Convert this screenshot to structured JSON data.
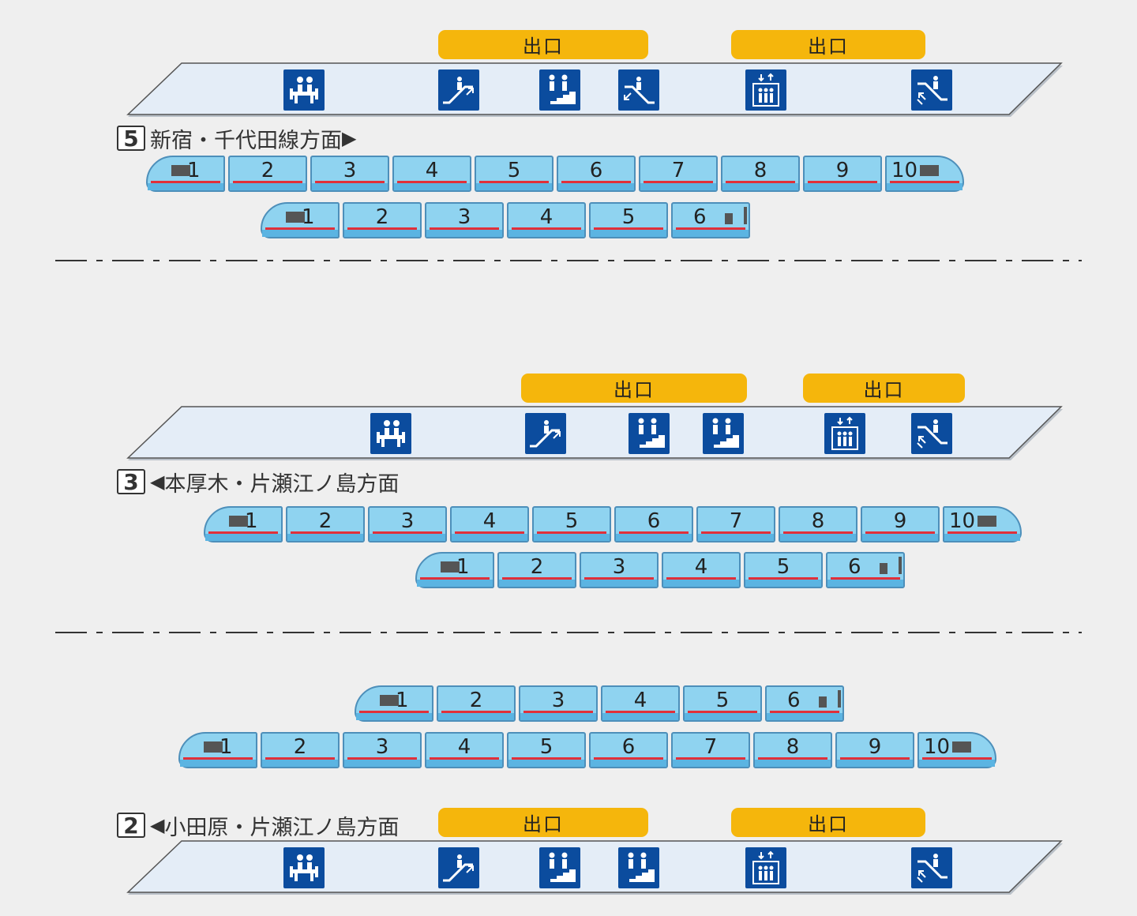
{
  "exit_label": "出口",
  "platform_top": {
    "direction": {
      "track": "5",
      "text": "新宿・千代田線方面",
      "arrow": "▶"
    },
    "exits": [
      {
        "label": "出口"
      },
      {
        "label": "出口"
      }
    ],
    "icons": [
      "waiting-room-icon",
      "escalator-up-icon",
      "stairs-icon",
      "escalator-down-icon",
      "elevator-icon",
      "escalator-both-icon"
    ]
  },
  "platform_middle": {
    "direction": {
      "track": "3",
      "arrow": "◀",
      "text": "本厚木・片瀬江ノ島方面"
    },
    "exits": [
      {
        "label": "出口"
      },
      {
        "label": "出口"
      }
    ],
    "icons": [
      "waiting-room-icon",
      "escalator-up-icon",
      "stairs-icon",
      "stairs-icon",
      "elevator-icon",
      "escalator-both-icon"
    ]
  },
  "platform_bottom": {
    "direction": {
      "track": "2",
      "arrow": "◀",
      "text": "小田原・片瀬江ノ島方面"
    },
    "exits": [
      {
        "label": "出口"
      },
      {
        "label": "出口"
      }
    ],
    "icons": [
      "waiting-room-icon",
      "escalator-up-icon",
      "stairs-icon",
      "stairs-icon",
      "elevator-icon",
      "escalator-both-icon"
    ]
  },
  "trains": [
    {
      "cars": [
        "1",
        "2",
        "3",
        "4",
        "5",
        "6",
        "7",
        "8",
        "9",
        "10"
      ]
    },
    {
      "cars": [
        "1",
        "2",
        "3",
        "4",
        "5",
        "6"
      ]
    },
    {
      "cars": [
        "1",
        "2",
        "3",
        "4",
        "5",
        "6",
        "7",
        "8",
        "9",
        "10"
      ]
    },
    {
      "cars": [
        "1",
        "2",
        "3",
        "4",
        "5",
        "6"
      ]
    },
    {
      "cars": [
        "1",
        "2",
        "3",
        "4",
        "5",
        "6"
      ]
    },
    {
      "cars": [
        "1",
        "2",
        "3",
        "4",
        "5",
        "6",
        "7",
        "8",
        "9",
        "10"
      ]
    }
  ],
  "colors": {
    "exit": "#f5b60c",
    "icon_bg": "#0b4c9e",
    "car": "#8fd3f0",
    "stripe": "#e0303a",
    "platform": "#e4edf7"
  }
}
